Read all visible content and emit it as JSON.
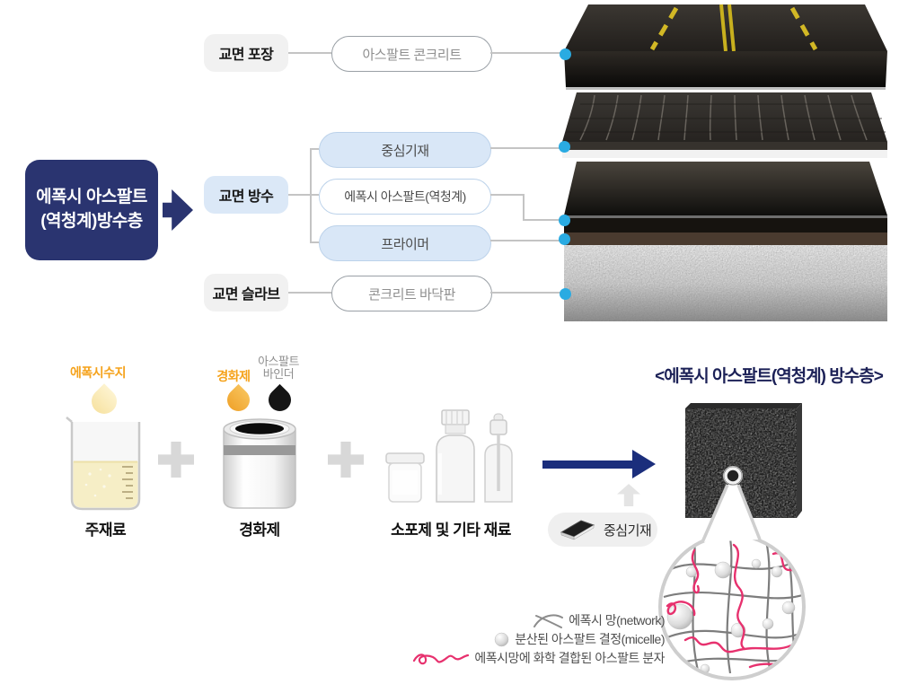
{
  "colors": {
    "navy": "#2a3470",
    "arrow_navy": "#1b2e7c",
    "light_blue_fill": "#d9e7f7",
    "anchor_dot_blue": "#2aabe2",
    "orange": "#f5a21b",
    "pink": "#e7316e"
  },
  "top_diagram": {
    "main_box": {
      "line1": "에폭시 아스팔트",
      "line2": "(역청계)방수층"
    },
    "pavement_row": {
      "category": "교면 포장",
      "item": "아스팔트 콘크리트"
    },
    "waterproof_row": {
      "category": "교면 방수",
      "items": [
        "중심기재",
        "에폭시 아스팔트(역청계)",
        "프라이머"
      ]
    },
    "slab_row": {
      "category": "교면 슬라브",
      "item": "콘크리트 바닥판"
    }
  },
  "process": {
    "epoxy_resin_label": "에폭시수지",
    "main_material_label": "주재료",
    "hardener_drop_label": "경화제",
    "asphalt_binder_label": "아스팔트 바인더",
    "hardener_label": "경화제",
    "additives_label": "소포제 및 기타 재료",
    "substrate_tag_label": "중심기재",
    "result_title": "<에폭시 아스팔트(역청계) 방수층>"
  },
  "legend": {
    "network": "에폭시 망(network)",
    "micelle": "분산된 아스팔트 결정(micelle)",
    "molecule": "에폭시망에 화학 결합된 아스팔트 분자"
  }
}
